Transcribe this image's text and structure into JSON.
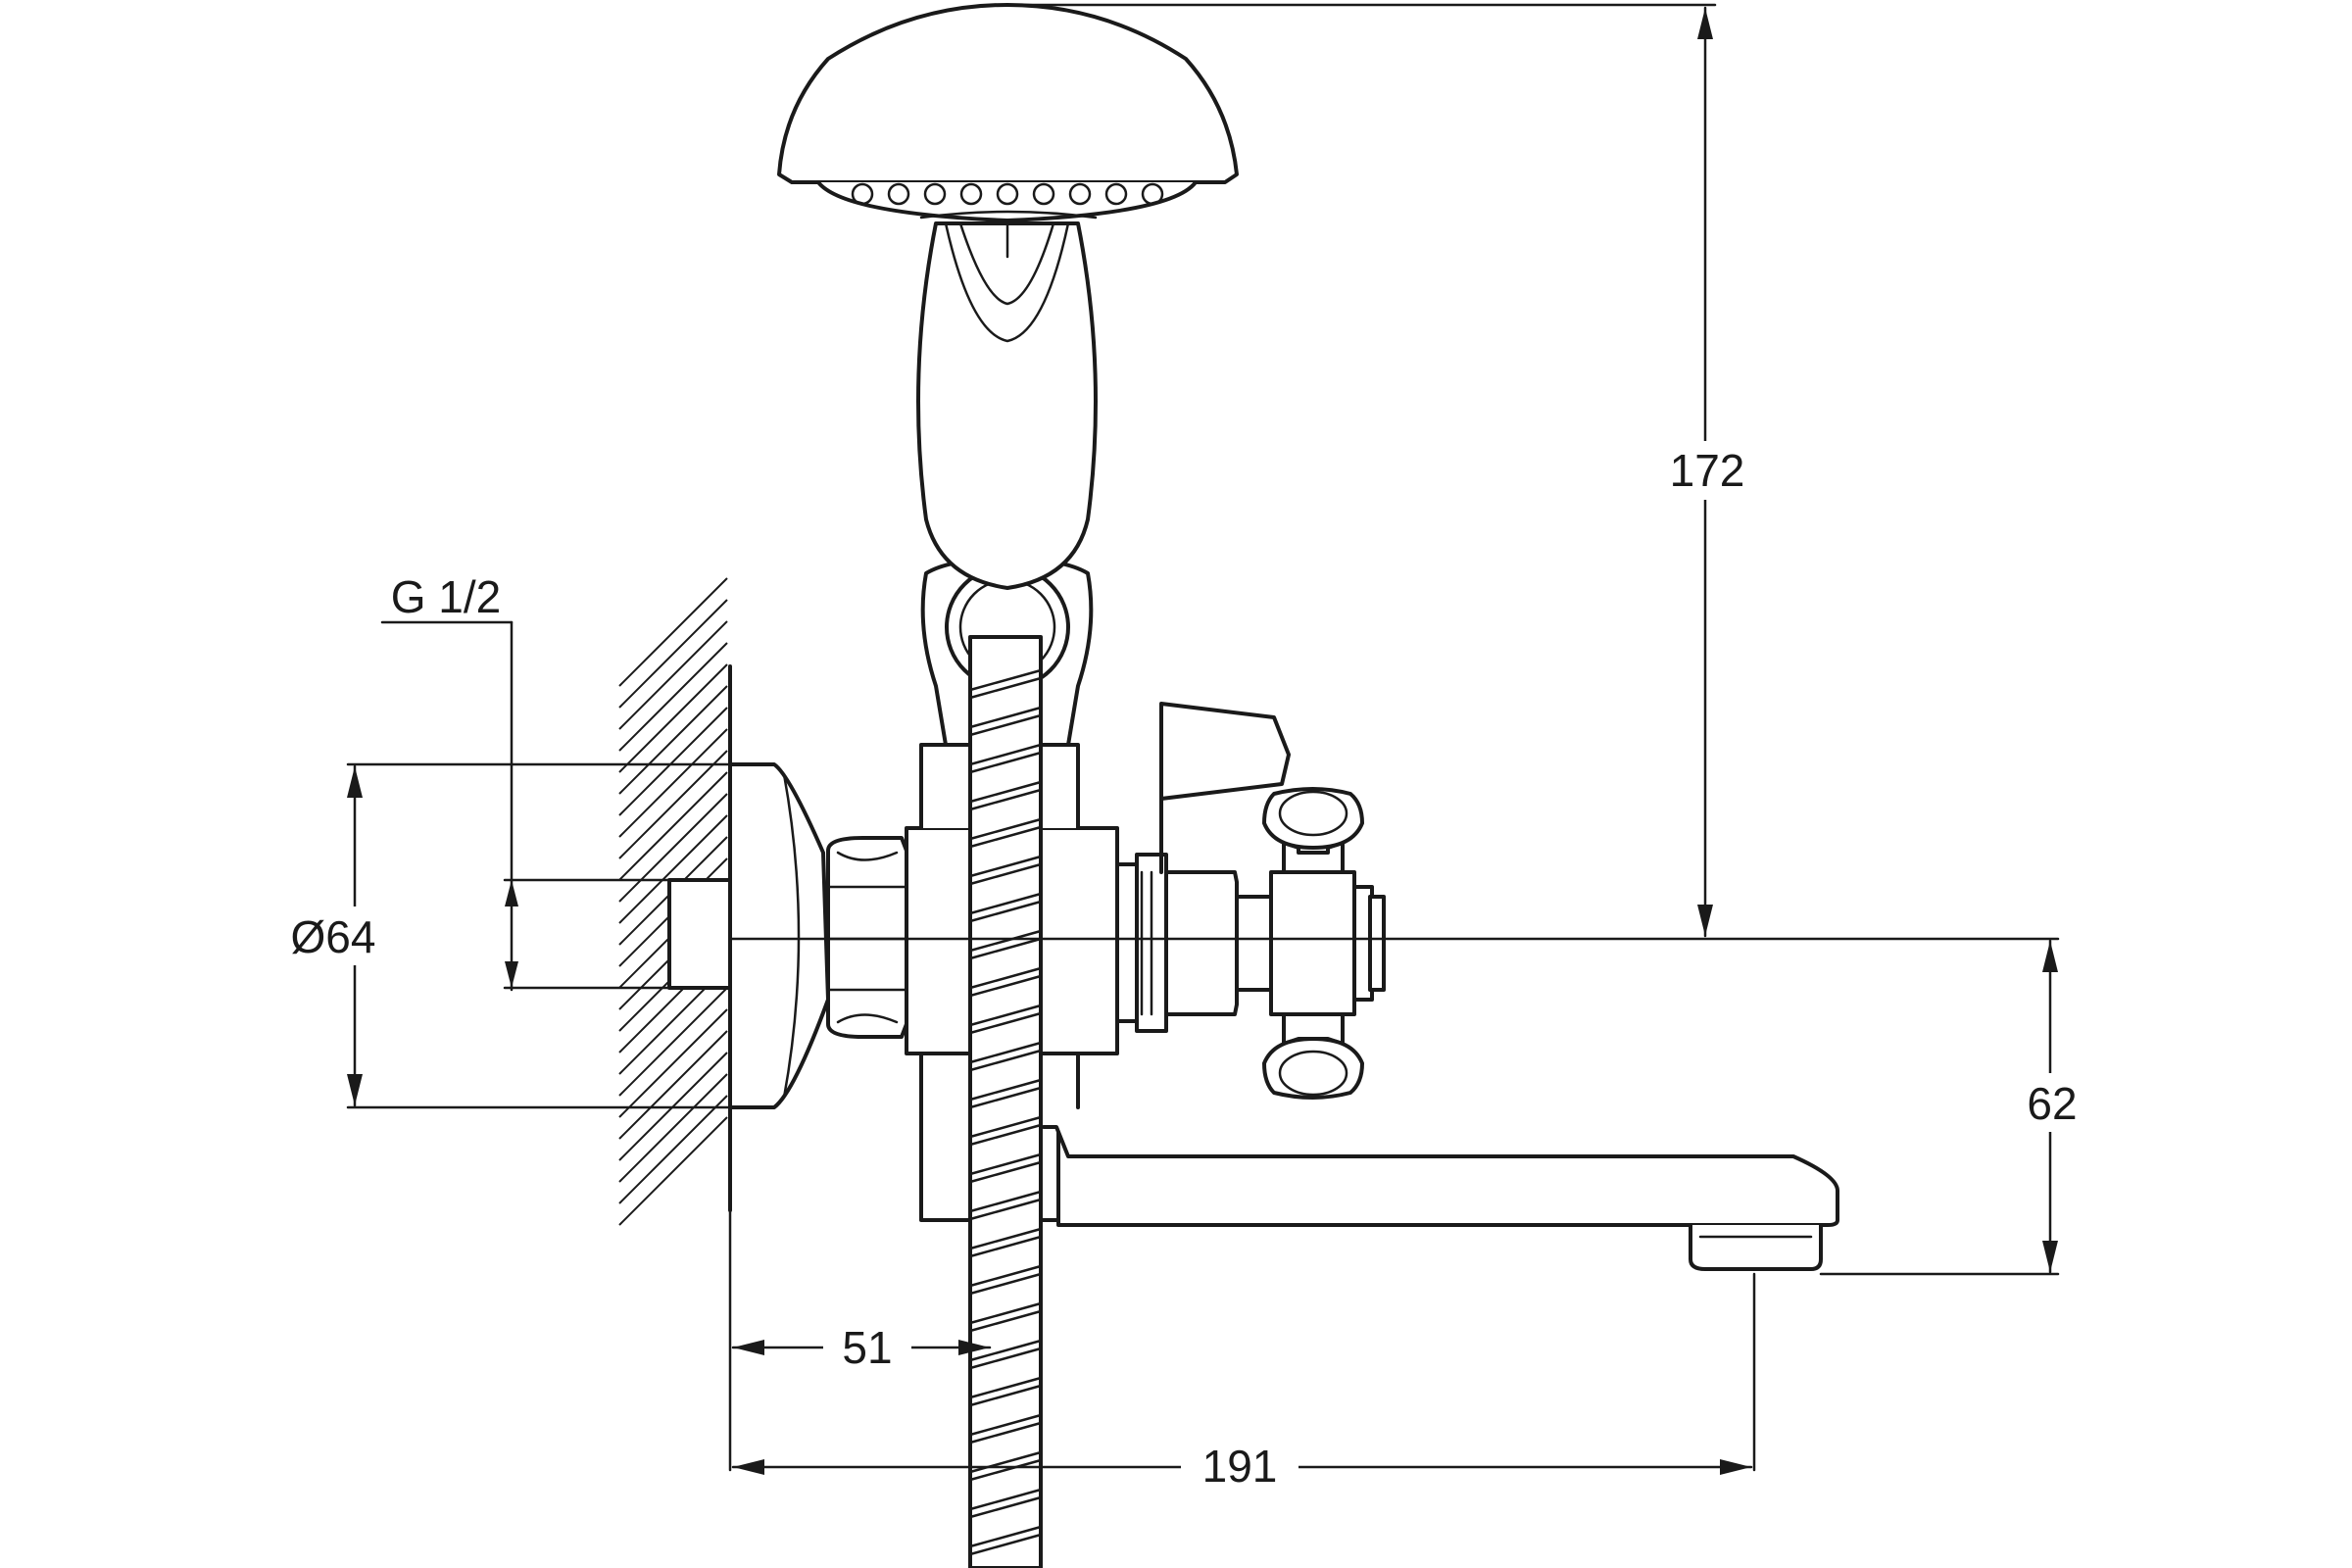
{
  "dimensions": {
    "height_total": "172",
    "diameter_flange": "Ø64",
    "thread": "G 1/2",
    "spout_height": "62",
    "wall_to_body": "51",
    "spout_reach": "191"
  }
}
